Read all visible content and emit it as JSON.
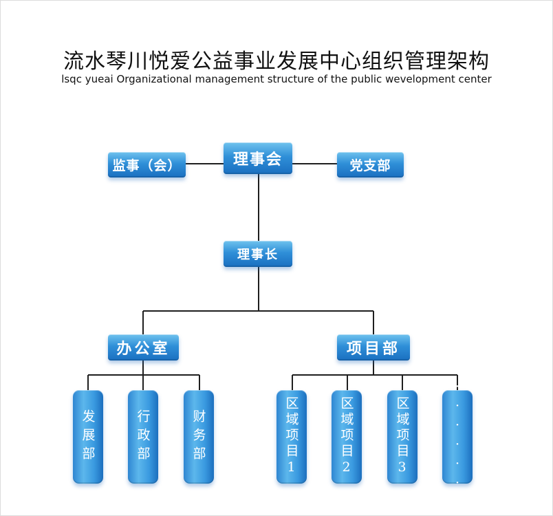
{
  "header": {
    "title": "流水琴川悦爱公益事业发展中心组织管理架构",
    "subtitle": "lsqc yueai Organizational management structure of the public wevelopment center"
  },
  "org": {
    "top": "理事会",
    "left_side": "监事（会）",
    "right_side": "党支部",
    "chairman": "理事长",
    "office": "办公室",
    "projects": "项目部",
    "office_units": [
      "发展部",
      "行政部",
      "财务部"
    ],
    "project_units": [
      "区域项目1",
      "区域项目2",
      "区域项目3",
      "······"
    ]
  },
  "colors": {
    "box_top": "#6fc2ee",
    "box_bottom": "#1a6fc0",
    "line": "#1e1e1e"
  }
}
